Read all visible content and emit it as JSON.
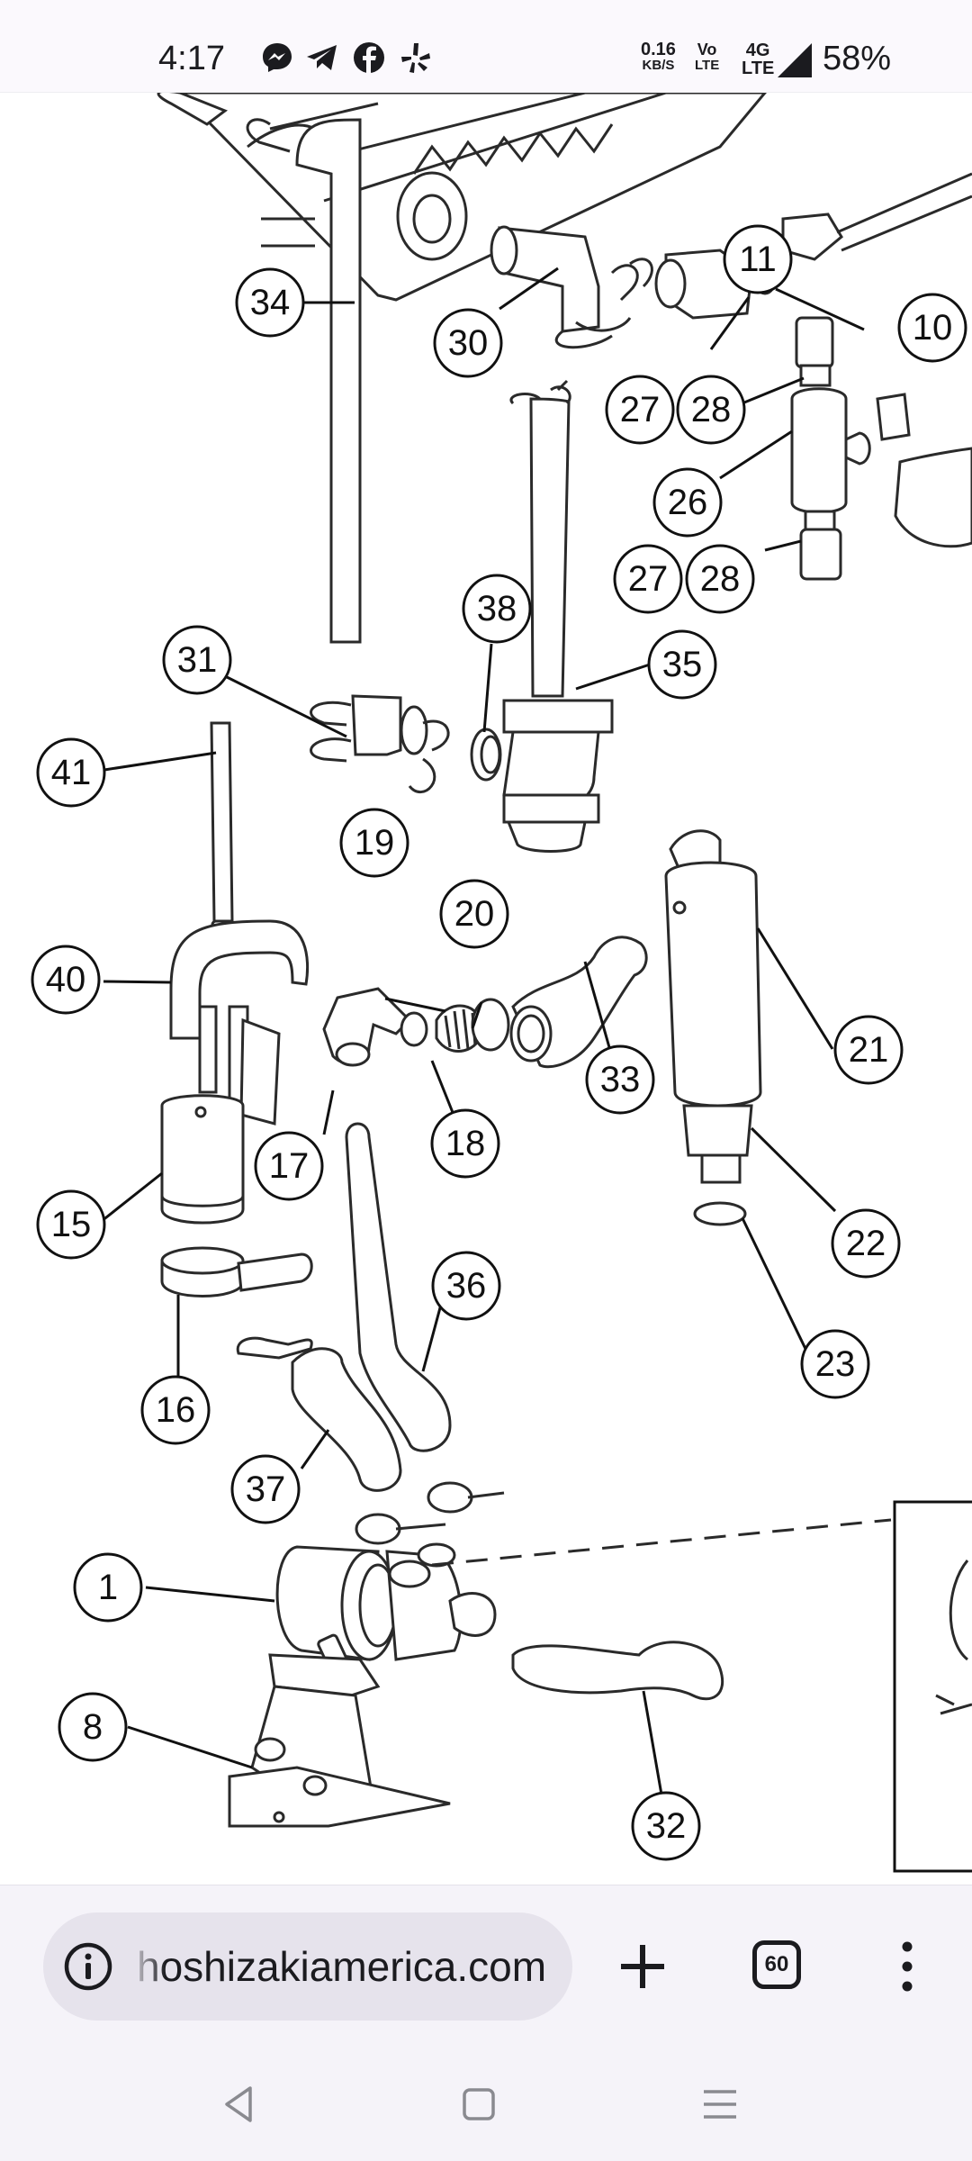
{
  "status_bar": {
    "time": "4:17",
    "net_speed_value": "0.16",
    "net_speed_unit": "KB/S",
    "volte_top": "Vo",
    "volte_bottom": "LTE",
    "network_top": "4G",
    "network_bottom": "LTE",
    "battery": "58%",
    "notification_icons": [
      "messenger-icon",
      "telegram-icon",
      "facebook-icon",
      "yelp-icon"
    ]
  },
  "diagram": {
    "callouts": [
      "34",
      "30",
      "11",
      "10",
      "27",
      "28",
      "26",
      "27",
      "28",
      "38",
      "31",
      "35",
      "41",
      "19",
      "20",
      "21",
      "40",
      "33",
      "17",
      "18",
      "15",
      "22",
      "36",
      "23",
      "16",
      "37",
      "1",
      "8",
      "32"
    ]
  },
  "browser": {
    "url": "hoshizakiamerica.com",
    "tab_count": "60"
  },
  "colors": {
    "bar_background": "#f5f3f9",
    "url_pill": "#e6e3ec",
    "ink": "#1b1b1f"
  }
}
